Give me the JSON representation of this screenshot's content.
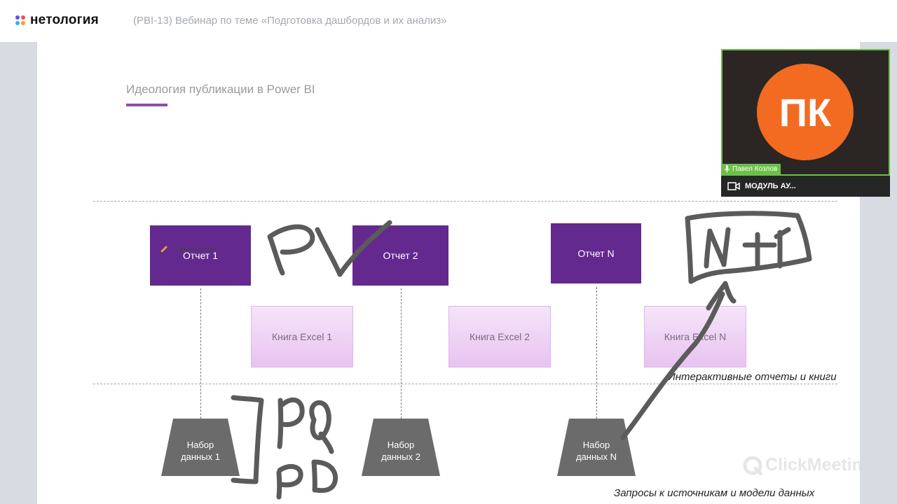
{
  "header": {
    "logo_text": "нетология",
    "webinar_title": "(PBI-13) Вебинар по теме «Подготовка дашбордов и их анализ»"
  },
  "slide": {
    "title": "Идеология публикации в Power BI",
    "reports": [
      "Отчет 1",
      "Отчет 2",
      "Отчет N"
    ],
    "books": [
      "Книга Excel 1",
      "Книга Excel 2",
      "Книга Excel N"
    ],
    "datasets": [
      {
        "line1": "Набор",
        "line2": "данных 1"
      },
      {
        "line1": "Набор",
        "line2": "данных 2"
      },
      {
        "line1": "Набор",
        "line2": "данных N"
      }
    ],
    "label_interactive": "Интерактивные отчеты и книги",
    "label_queries": "Запросы к источникам и модели данных",
    "pen_author": "Павел Козлов",
    "watermark": "ClickMeeting"
  },
  "video": {
    "initials": "ПК",
    "participant_name": "Павел Козлов",
    "module_label": "МОДУЛЬ АУ..."
  },
  "colors": {
    "brand_purple": "#63298f",
    "avatar_orange": "#f26b21",
    "speaking_green": "#6cc04a",
    "ink": "#5b5b5b"
  }
}
